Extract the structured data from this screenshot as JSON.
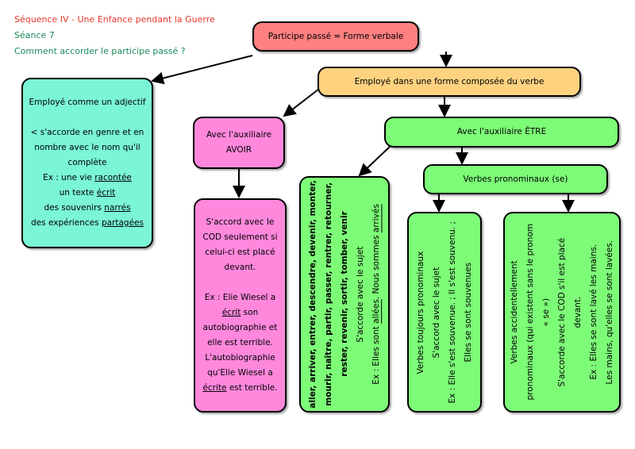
{
  "header": {
    "sequence": "Séquence IV - Une Enfance pendant la Guerre",
    "seance": "Séance 7",
    "question": "Comment accorder le participe passé ?"
  },
  "colors": {
    "red": "#e8372c",
    "green": "#1a8a5a",
    "salmon": "#ff8080",
    "orange": "#ffd280",
    "cyan": "#7af5d6",
    "pink": "#ff88dd",
    "lightgreen": "#7dfc78"
  },
  "nodes": {
    "root": [
      [
        {
          "t": "Participe passé = Forme verbale"
        }
      ]
    ],
    "composee": [
      [
        {
          "t": "Employé dans une forme composée du verbe"
        }
      ]
    ],
    "adjectif": [
      [
        {
          "t": "Employé comme un adjectif"
        }
      ],
      [
        {
          "t": " "
        }
      ],
      [
        {
          "t": "< s'accorde en genre et en"
        }
      ],
      [
        {
          "t": "nombre avec le nom qu'il"
        }
      ],
      [
        {
          "t": "complète"
        }
      ],
      [
        {
          "t": "Ex : une vie "
        },
        {
          "t": "racontée",
          "u": true
        }
      ],
      [
        {
          "t": "un texte "
        },
        {
          "t": "écrit",
          "u": true
        }
      ],
      [
        {
          "t": "des souvenirs "
        },
        {
          "t": "narrés",
          "u": true
        }
      ],
      [
        {
          "t": "des expériences "
        },
        {
          "t": "partagées",
          "u": true
        }
      ]
    ],
    "avoir": [
      [
        {
          "t": "Avec l'auxiliaire"
        }
      ],
      [
        {
          "t": "AVOIR"
        }
      ]
    ],
    "etre": [
      [
        {
          "t": "Avec l'auxiliaire ÊTRE"
        }
      ]
    ],
    "pronominaux": [
      [
        {
          "t": "Verbes pronominaux (se)"
        }
      ]
    ],
    "avoir_regle": [
      [
        {
          "t": "S'accord avec le"
        }
      ],
      [
        {
          "t": "COD seulement si"
        }
      ],
      [
        {
          "t": "celui-ci est placé"
        }
      ],
      [
        {
          "t": "devant."
        }
      ],
      [
        {
          "t": " "
        }
      ],
      [
        {
          "t": "Ex : Elie Wiesel a"
        }
      ],
      [
        {
          "t": "écrit",
          "u": true
        },
        {
          "t": " son"
        }
      ],
      [
        {
          "t": "autobiographie et"
        }
      ],
      [
        {
          "t": "elle est terrible."
        }
      ],
      [
        {
          "t": "L'autobiographie"
        }
      ],
      [
        {
          "t": "qu'Elie Wiesel a"
        }
      ],
      [
        {
          "t": "écrite",
          "u": true
        },
        {
          "t": " est terrible."
        }
      ]
    ],
    "etre_verbes": [
      [
        {
          "t": "aller, arriver, entrer, descendre, devenir, monter,"
        }
      ],
      [
        {
          "t": "mourir, naître, partir, passer, rentrer, retourner,"
        }
      ],
      [
        {
          "t": "rester, revenir, sortir, tomber, venir"
        }
      ],
      [
        {
          "t": "S'accorde avec le sujet"
        }
      ],
      [
        {
          "t": "Ex : Elles sont "
        },
        {
          "t": "allées",
          "u": true
        },
        {
          "t": ". Nous sommes "
        },
        {
          "t": "arrivés",
          "u": true
        }
      ]
    ],
    "toujours": [
      [
        {
          "t": "Verbes toujours pronominaux"
        }
      ],
      [
        {
          "t": "S'accord avec le sujet"
        }
      ],
      [
        {
          "t": "Ex : Elle s'est souvenue. ; Il s'est souvenu. ;"
        }
      ],
      [
        {
          "t": "Elles se sont souvenues"
        }
      ]
    ],
    "accidentel": [
      [
        {
          "t": "Verbes accidentellement"
        }
      ],
      [
        {
          "t": "pronominaux (qui existent sans le pronom"
        }
      ],
      [
        {
          "t": "« se »)"
        }
      ],
      [
        {
          "t": "S'accorde avec le COD s'il est placé"
        }
      ],
      [
        {
          "t": "devant."
        }
      ],
      [
        {
          "t": "Ex : Elles se sont lavé les mains."
        }
      ],
      [
        {
          "t": "Les mains, qu'elles se sont lavées."
        }
      ]
    ]
  }
}
